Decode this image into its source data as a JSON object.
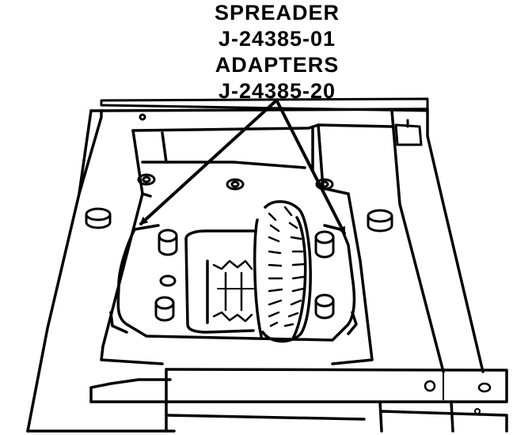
{
  "labels": {
    "spreader_name": "SPREADER",
    "spreader_number": "J-24385-01",
    "adapters_name": "ADAPTERS",
    "adapters_number": "J-24385-20"
  },
  "colors": {
    "ink": "#000000",
    "paper": "#ffffff"
  }
}
